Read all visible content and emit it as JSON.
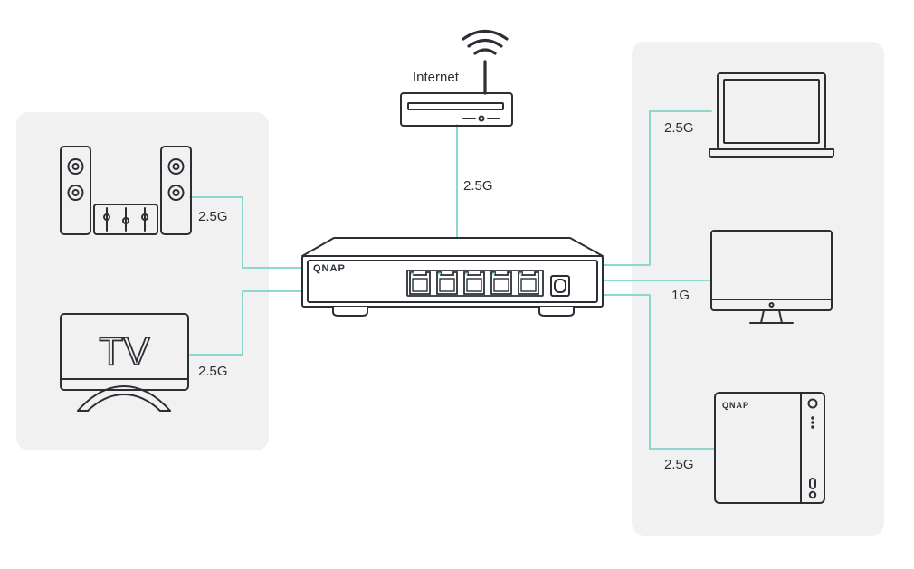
{
  "internet_label": "Internet",
  "router_speed": "2.5G",
  "speaker_speed": "2.5G",
  "tv_speed": "2.5G",
  "laptop_speed": "2.5G",
  "monitor_speed": "1G",
  "nas_speed": "2.5G",
  "switch_brand": "QNAP",
  "nas_brand": "QNAP",
  "tv_text": "TV",
  "colors": {
    "outline": "#2b2f33",
    "link": "#7fd3c8",
    "panel": "#f1f1f2",
    "port": "#8fd3c9"
  }
}
